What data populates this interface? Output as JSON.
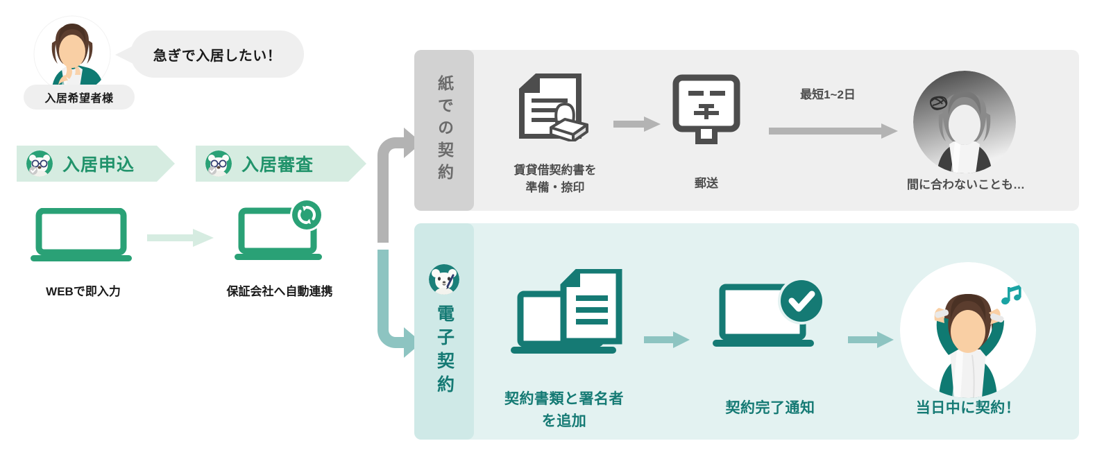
{
  "persona": {
    "speech": "急ぎで入居したい！",
    "label": "入居希望者様",
    "avatar_icon": "woman-thinking-avatar"
  },
  "flow_steps": [
    {
      "label": "入居申込",
      "icon": "bear-mascot-icon"
    },
    {
      "label": "入居審査",
      "icon": "bear-mascot-icon"
    }
  ],
  "left_captions": {
    "web_input": "WEBで即入力",
    "auto_link": "保証会社へ自動連携",
    "laptop_icon": "laptop-icon",
    "laptop_sync_icon": "laptop-sync-icon",
    "arrow_icon": "arrow-right-icon"
  },
  "branch": {
    "arrow_up_icon": "branch-arrow-up-icon",
    "arrow_down_icon": "branch-arrow-down-icon"
  },
  "paper_track": {
    "sidebar_label": "紙での契約",
    "steps": [
      {
        "caption_line1": "賃貸借契約書を",
        "caption_line2": "準備・捺印",
        "icon": "document-stamp-icon"
      },
      {
        "caption_line1": "郵送",
        "caption_line2": "",
        "icon": "postbox-icon"
      },
      {
        "caption_line1": "間に合わないことも…",
        "caption_line2": "",
        "icon": "woman-worried-avatar"
      }
    ],
    "duration_note": "最短1~2日",
    "arrow_icon": "arrow-right-icon"
  },
  "digital_track": {
    "sidebar_label": "電子契約",
    "sidebar_icon": "bear-pen-icon",
    "steps": [
      {
        "caption_line1": "契約書類と署名者",
        "caption_line2": "を追加",
        "icon": "laptop-document-icon"
      },
      {
        "caption_line1": "契約完了通知",
        "caption_line2": "",
        "icon": "laptop-check-icon"
      },
      {
        "caption_line1": "当日中に契約！",
        "caption_line2": "",
        "icon": "woman-celebrating-avatar"
      }
    ],
    "arrow_icon": "arrow-right-icon"
  },
  "colors": {
    "brand_green": "#21936b",
    "brand_teal": "#157a74",
    "banner_green": "#d6ece1",
    "panel_gray": "#efefef",
    "sidebar_gray": "#d2d2d2",
    "panel_teal": "#e3f2f1",
    "sidebar_teal": "#cfe9e7",
    "arrow_gray": "#b3b3b3",
    "arrow_teal": "#8dc4c1",
    "text_dark": "#1a1a1a",
    "text_gray": "#4d4d4d"
  }
}
